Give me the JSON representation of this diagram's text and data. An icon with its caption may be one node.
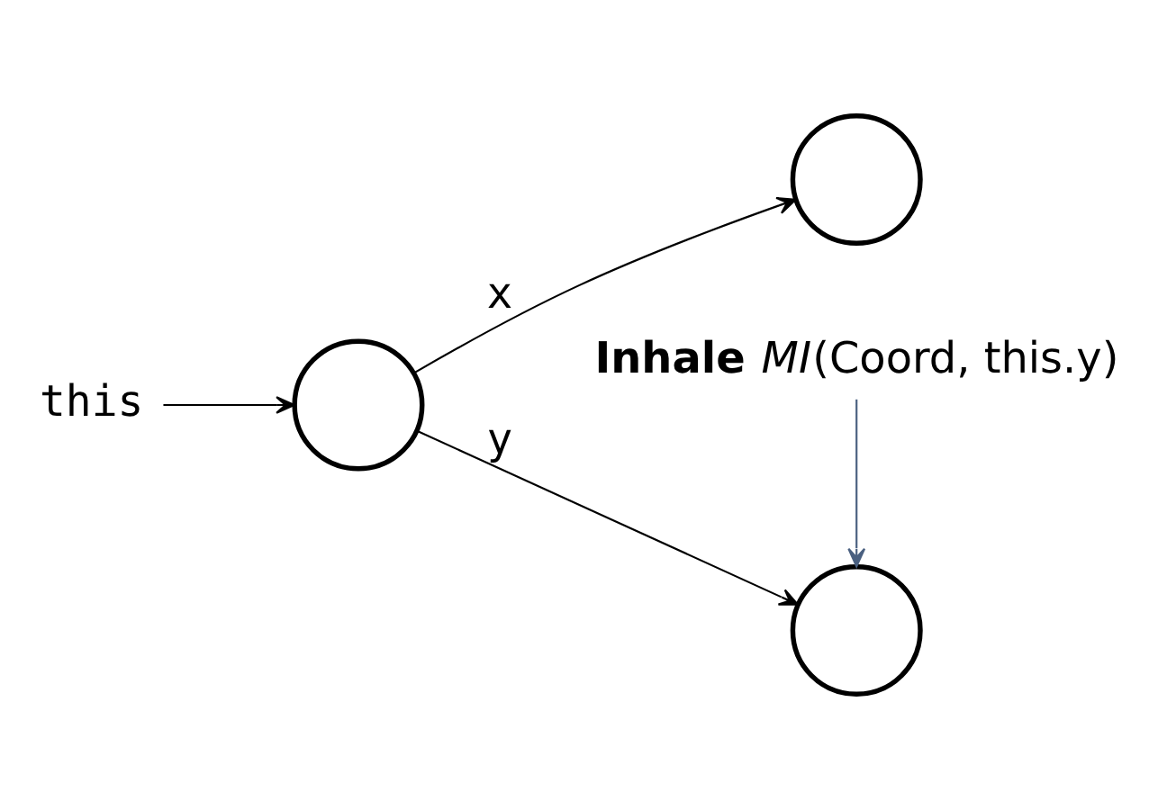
{
  "diagram": {
    "nodes": [
      {
        "text": [
          "this"
        ]
      },
      {
        "text": [],
        "shape": "circle"
      },
      {
        "text": [],
        "shape": "circle"
      },
      {
        "text": [],
        "shape": "circle"
      },
      {
        "text": [
          "**Inhale** *MI*(Coord, this.y)"
        ]
      }
    ],
    "edges": [
      {
        "from": 0,
        "to": 1,
        "arrow": "to"
      },
      {
        "from": 1,
        "to": 2,
        "arrow": "to",
        "label": "x"
      },
      {
        "from": 1,
        "to": 3,
        "arrow": "to",
        "label": "y"
      },
      {
        "from": 4,
        "to": 3,
        "arrow": "to",
        "color": "#4a6080"
      }
    ]
  }
}
